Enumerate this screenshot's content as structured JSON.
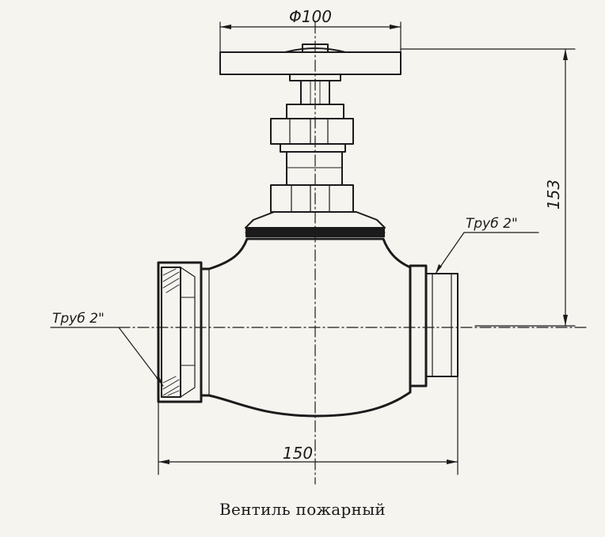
{
  "drawing": {
    "dimensions": {
      "handwheel_diameter": "Φ100",
      "overall_length": "150",
      "height": "153"
    },
    "callouts": {
      "left_thread": "Труб 2\"",
      "right_thread": "Труб 2\""
    }
  },
  "caption": "Вентиль пожарный"
}
